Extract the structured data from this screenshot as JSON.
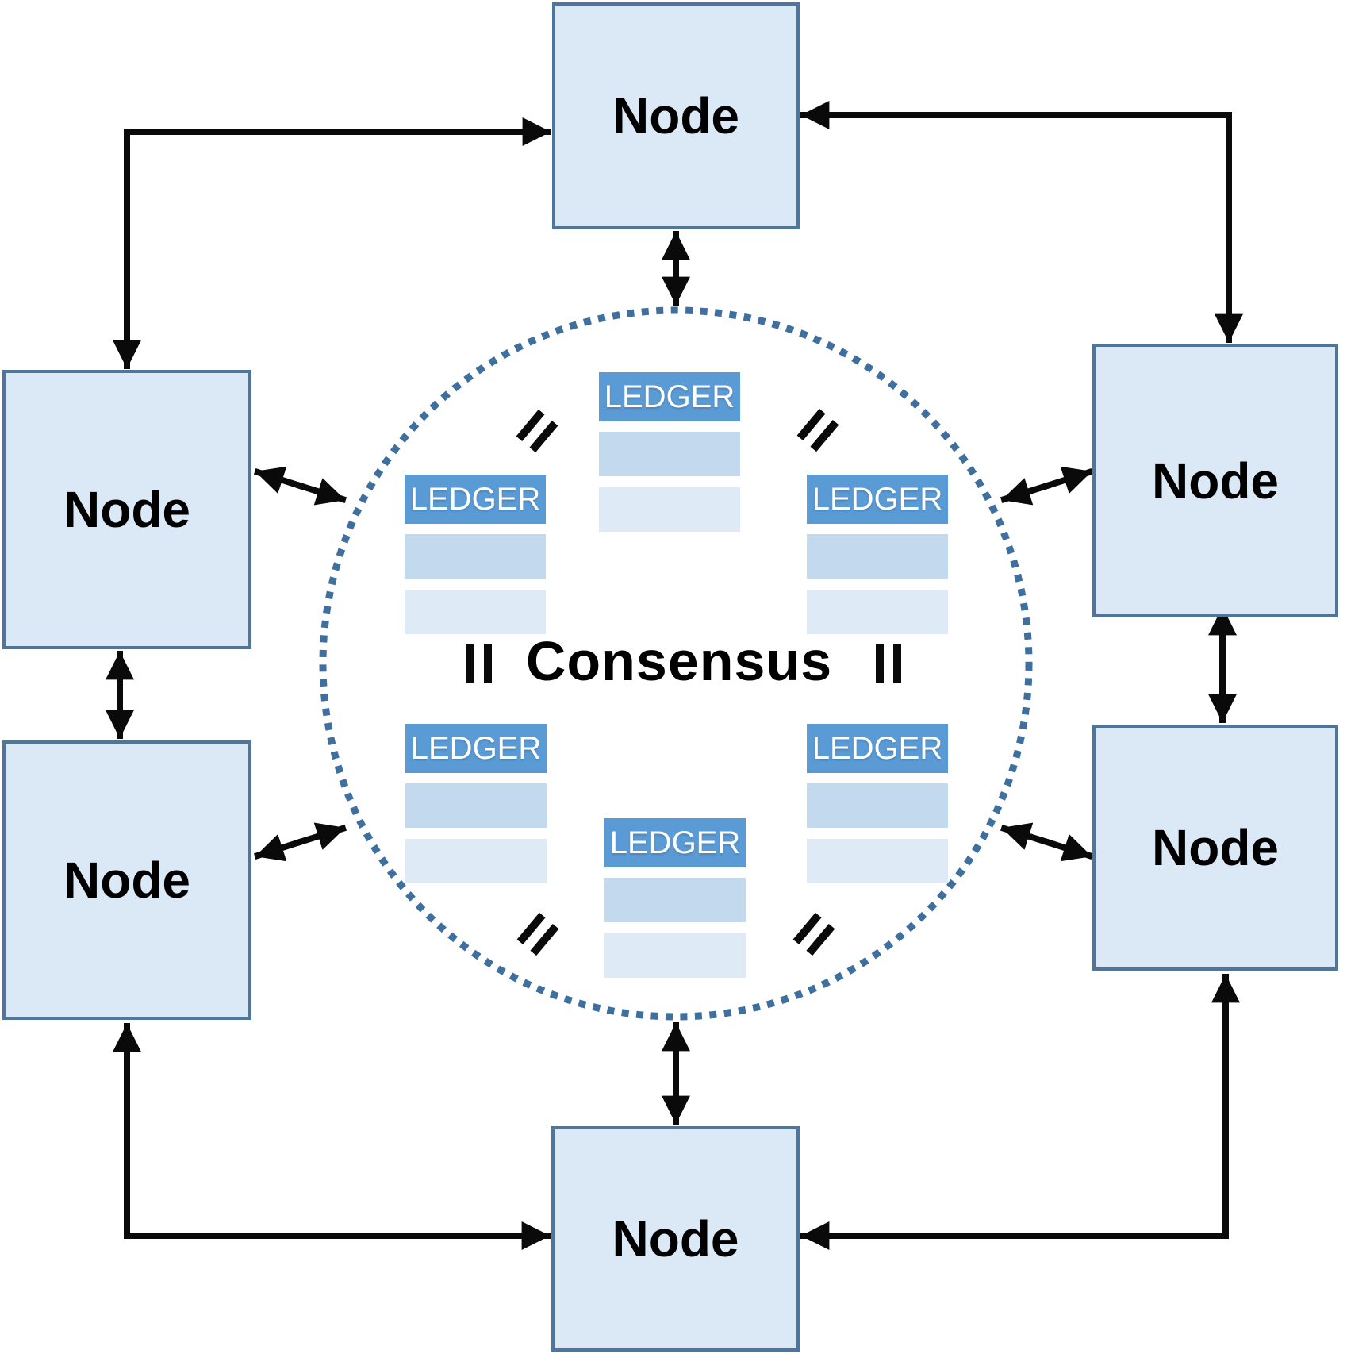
{
  "nodes": [
    {
      "position": "top",
      "label": "Node"
    },
    {
      "position": "upper-left",
      "label": "Node"
    },
    {
      "position": "upper-right",
      "label": "Node"
    },
    {
      "position": "lower-left",
      "label": "Node"
    },
    {
      "position": "lower-right",
      "label": "Node"
    },
    {
      "position": "bottom",
      "label": "Node"
    }
  ],
  "consensus_circle": {
    "label": "Consensus",
    "border_style": "dotted",
    "ledgers": [
      {
        "position": "top",
        "title": "LEDGER",
        "blank_rows": 2
      },
      {
        "position": "upper-left",
        "title": "LEDGER",
        "blank_rows": 2
      },
      {
        "position": "upper-right",
        "title": "LEDGER",
        "blank_rows": 2
      },
      {
        "position": "lower-left",
        "title": "LEDGER",
        "blank_rows": 2
      },
      {
        "position": "lower-right",
        "title": "LEDGER",
        "blank_rows": 2
      },
      {
        "position": "bottom",
        "title": "LEDGER",
        "blank_rows": 2
      }
    ],
    "equals_marks": {
      "diagonal": [
        "top-left",
        "top-right",
        "bottom-left",
        "bottom-right"
      ],
      "vertical": [
        "left",
        "right"
      ]
    }
  },
  "connections": {
    "style": "double-headed arrows",
    "pairs": [
      "top node ↔ upper-left node (elbow)",
      "top node ↔ upper-right node (elbow)",
      "bottom node ↔ lower-left node (elbow)",
      "bottom node ↔ lower-right node (elbow)",
      "upper-left node ↔ lower-left node",
      "upper-right node ↔ lower-right node",
      "top node ↔ consensus circle",
      "bottom node ↔ consensus circle",
      "upper-left node ↔ consensus circle",
      "upper-right node ↔ consensus circle",
      "lower-left node ↔ consensus circle",
      "lower-right node ↔ consensus circle"
    ]
  },
  "colors": {
    "node-fill": "#dbe8f5",
    "node-border": "#4e769d",
    "ring": "#3e6f9e",
    "ledger-header": "#5b9bd5",
    "ledger-row1": "#c3d9ee",
    "ledger-row2": "#deeaf6",
    "arrow": "#0a0a0a",
    "text": "#000000",
    "ledger-text": "#ffffff"
  }
}
